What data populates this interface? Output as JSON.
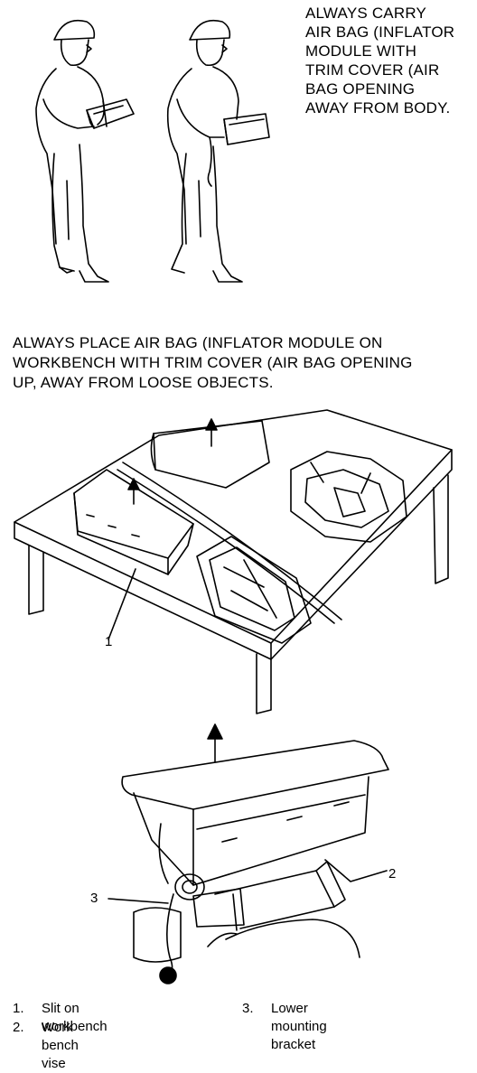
{
  "captions": {
    "carry": "ALWAYS CARRY\nAIR BAG (INFLATOR\nMODULE WITH\nTRIM COVER (AIR\nBAG OPENING\nAWAY FROM BODY.",
    "place": "ALWAYS PLACE AIR BAG (INFLATOR MODULE ON\nWORKBENCH WITH TRIM COVER (AIR BAG OPENING\nUP, AWAY FROM LOOSE OBJECTS."
  },
  "callouts": {
    "c1": "1",
    "c2": "2",
    "c3": "3"
  },
  "legend": [
    {
      "num": "1.",
      "text": "Slit on workbench"
    },
    {
      "num": "2.",
      "text": "Work bench vise"
    },
    {
      "num": "3.",
      "text": "Lower mounting\nbracket"
    }
  ]
}
